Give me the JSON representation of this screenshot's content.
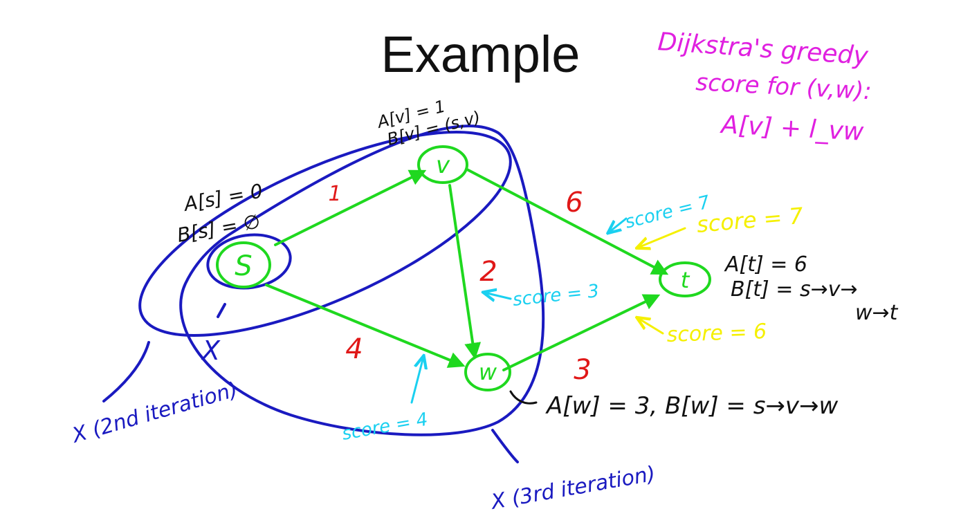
{
  "slide": {
    "title": "Example"
  },
  "colors": {
    "graph": "#1fd81f",
    "frontier": "#1a1ac0",
    "weight": "#e01818",
    "score_blue": "#1ad0f0",
    "score_yellow": "#f5f000",
    "note_magenta": "#e020e0",
    "note_black": "#111111"
  },
  "nodes": {
    "s": "S",
    "v": "v",
    "w": "w",
    "t": "t"
  },
  "edge_weights": {
    "s_v": "1",
    "s_w": "4",
    "v_w": "2",
    "v_t": "6",
    "w_t": "3"
  },
  "greedy_note": {
    "line1": "Dijkstra's greedy",
    "line2": "score for (v,w):",
    "line3": "A[v] + l_vw"
  },
  "annotations": {
    "a_s": "A[s] = 0",
    "b_s": "B[s] = ∅",
    "a_v": "A[v] = 1",
    "b_v": "B[v] = (s,v)",
    "a_t": "A[t] = 6",
    "b_t1": "B[t] = s→v→",
    "b_t2": "w→t",
    "w_values": "A[w] = 3, B[w] = s→v→w"
  },
  "scores": {
    "vt_cyan": "score = 7",
    "vt_yellow": "score = 7",
    "vw_cyan": "score = 3",
    "sw_cyan": "score = 4",
    "wt_yellow": "score = 6"
  },
  "frontier_labels": {
    "x_2nd": "X (2nd iteration)",
    "x_3rd": "X (3rd iteration)",
    "x_mark": "X"
  }
}
